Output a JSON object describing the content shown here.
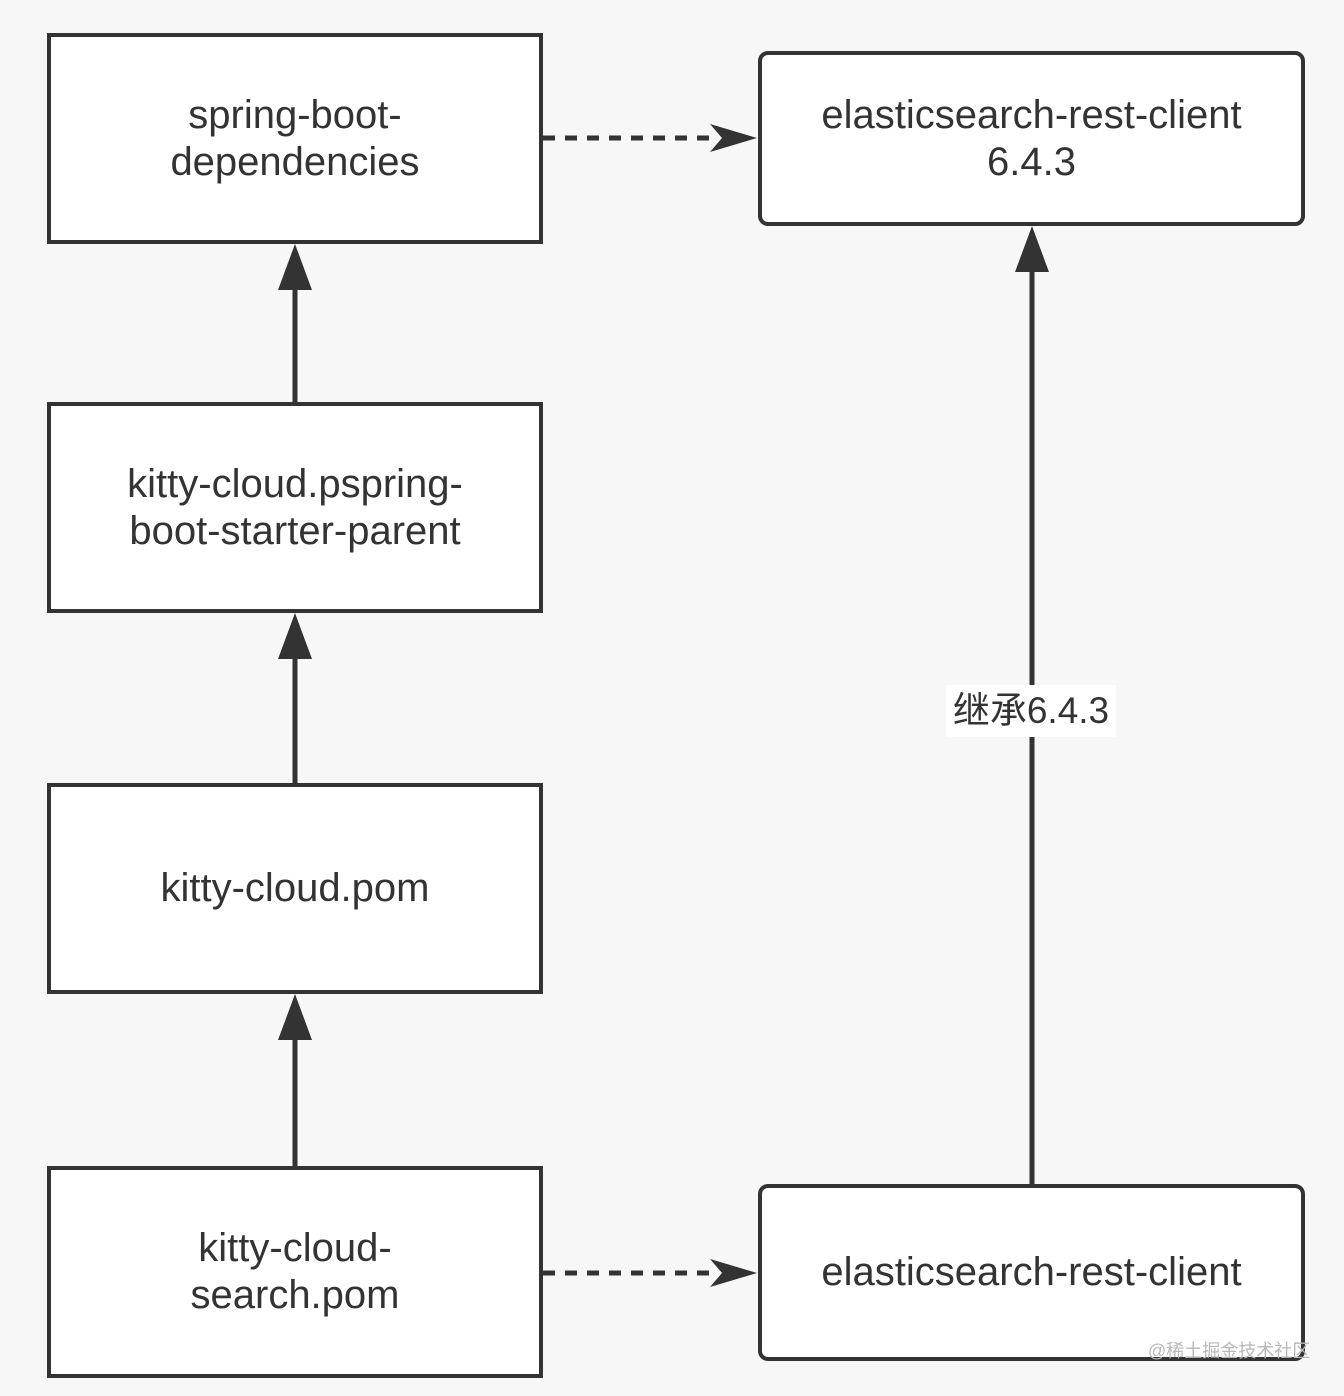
{
  "nodes": {
    "spring_boot_dependencies": {
      "lines": [
        "spring-boot-",
        "dependencies"
      ]
    },
    "kitty_cloud_parent": {
      "lines": [
        "kitty-cloud.pspring-",
        "boot-starter-parent"
      ]
    },
    "kitty_cloud_pom": {
      "lines": [
        "kitty-cloud.pom"
      ]
    },
    "kitty_cloud_search_pom": {
      "lines": [
        "kitty-cloud-",
        "search.pom"
      ]
    },
    "es_client_643": {
      "lines": [
        "elasticsearch-rest-client",
        "6.4.3"
      ]
    },
    "es_client": {
      "lines": [
        "elasticsearch-rest-client"
      ]
    }
  },
  "edges": {
    "inherit_label": "继承6.4.3"
  },
  "watermark": "@稀土掘金技术社区",
  "colors": {
    "stroke": "#333333",
    "background": "#f7f7f7",
    "node_fill": "#ffffff",
    "watermark": "#b8b8b8"
  }
}
